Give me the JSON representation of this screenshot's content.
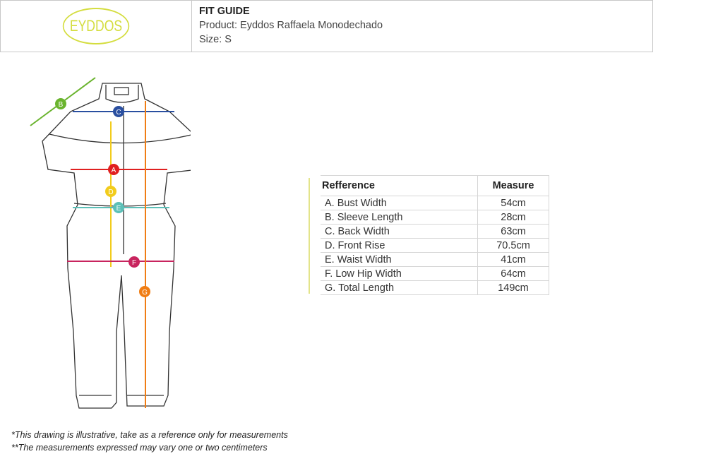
{
  "header": {
    "logo_text": "EYDDOS",
    "title": "FIT GUIDE",
    "product": "Product: Eyddos Raffaela Monodechado",
    "size": "Size: S"
  },
  "table": {
    "headers": [
      "Refference",
      "Measure"
    ],
    "rows": [
      {
        "ref": "A.  Bust Width",
        "measure": "54cm"
      },
      {
        "ref": "B.  Sleeve Length",
        "measure": "28cm"
      },
      {
        "ref": "C.  Back Width",
        "measure": "63cm"
      },
      {
        "ref": "D.  Front Rise",
        "measure": "70.5cm"
      },
      {
        "ref": "E.  Waist Width",
        "measure": "41cm"
      },
      {
        "ref": "F.   Low Hip Width",
        "measure": "64cm"
      },
      {
        "ref": "G.  Total Length",
        "measure": "149cm"
      }
    ]
  },
  "markers": {
    "A": "A",
    "B": "B",
    "C": "C",
    "D": "D",
    "E": "E",
    "F": "F",
    "G": "G"
  },
  "colors": {
    "A": "#e02020",
    "B": "#6ab42e",
    "C": "#2a4fa0",
    "D": "#f2cc1c",
    "E": "#5cc0b8",
    "F": "#c8245e",
    "G": "#f07d14"
  },
  "notes": [
    "*This drawing is illustrative, take as a reference only for measurements",
    "**The measurements expressed may vary one or two centimeters"
  ]
}
